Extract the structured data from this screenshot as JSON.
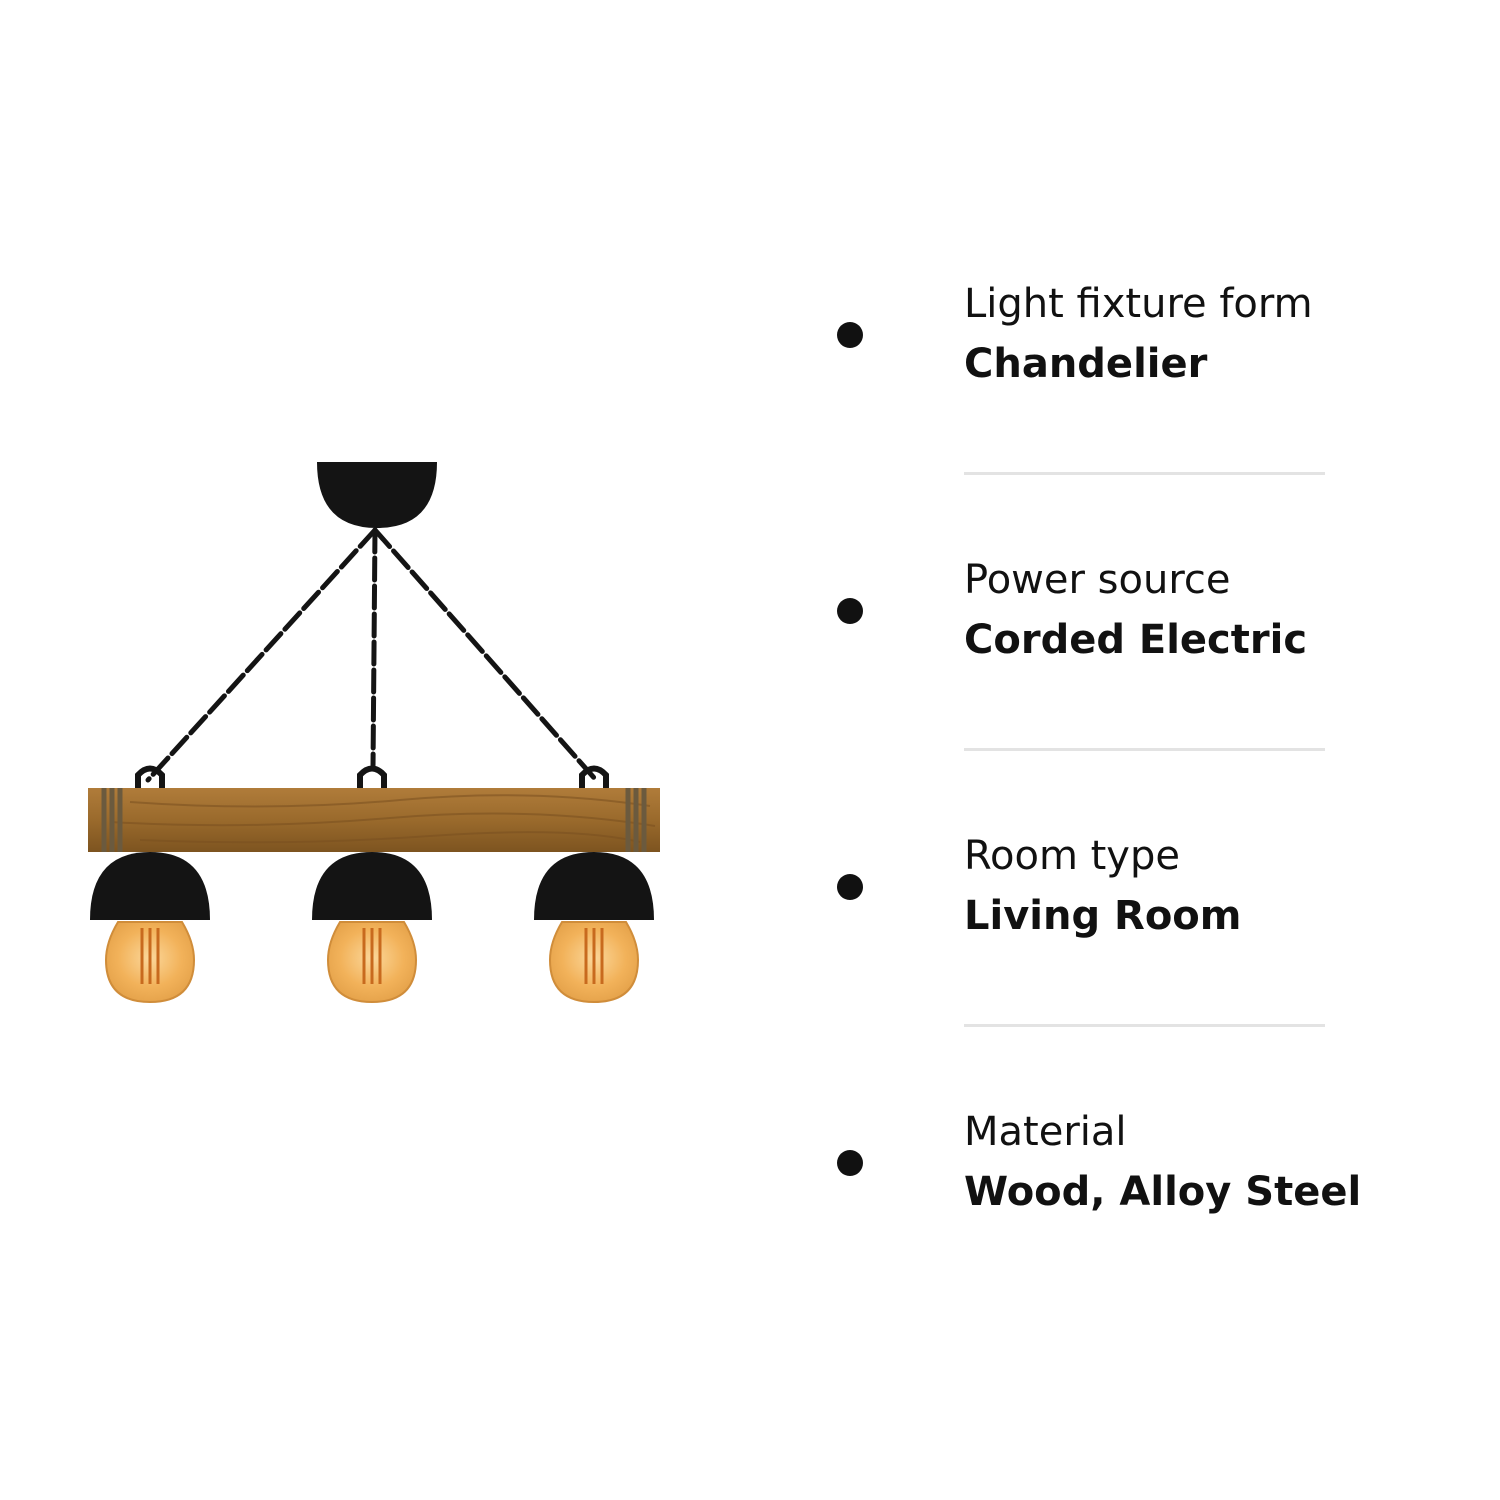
{
  "colors": {
    "text": "#111111",
    "divider": "#e3e3e3",
    "wood": "#9a6a2c",
    "metal": "#141414",
    "bulb_glow": "#f2b25a"
  },
  "product_image": {
    "icon": "chandelier-image"
  },
  "specs": [
    {
      "label": "Light fixture form",
      "value": "Chandelier"
    },
    {
      "label": "Power source",
      "value": "Corded Electric"
    },
    {
      "label": "Room type",
      "value": "Living Room"
    },
    {
      "label": "Material",
      "value": "Wood, Alloy Steel"
    }
  ]
}
